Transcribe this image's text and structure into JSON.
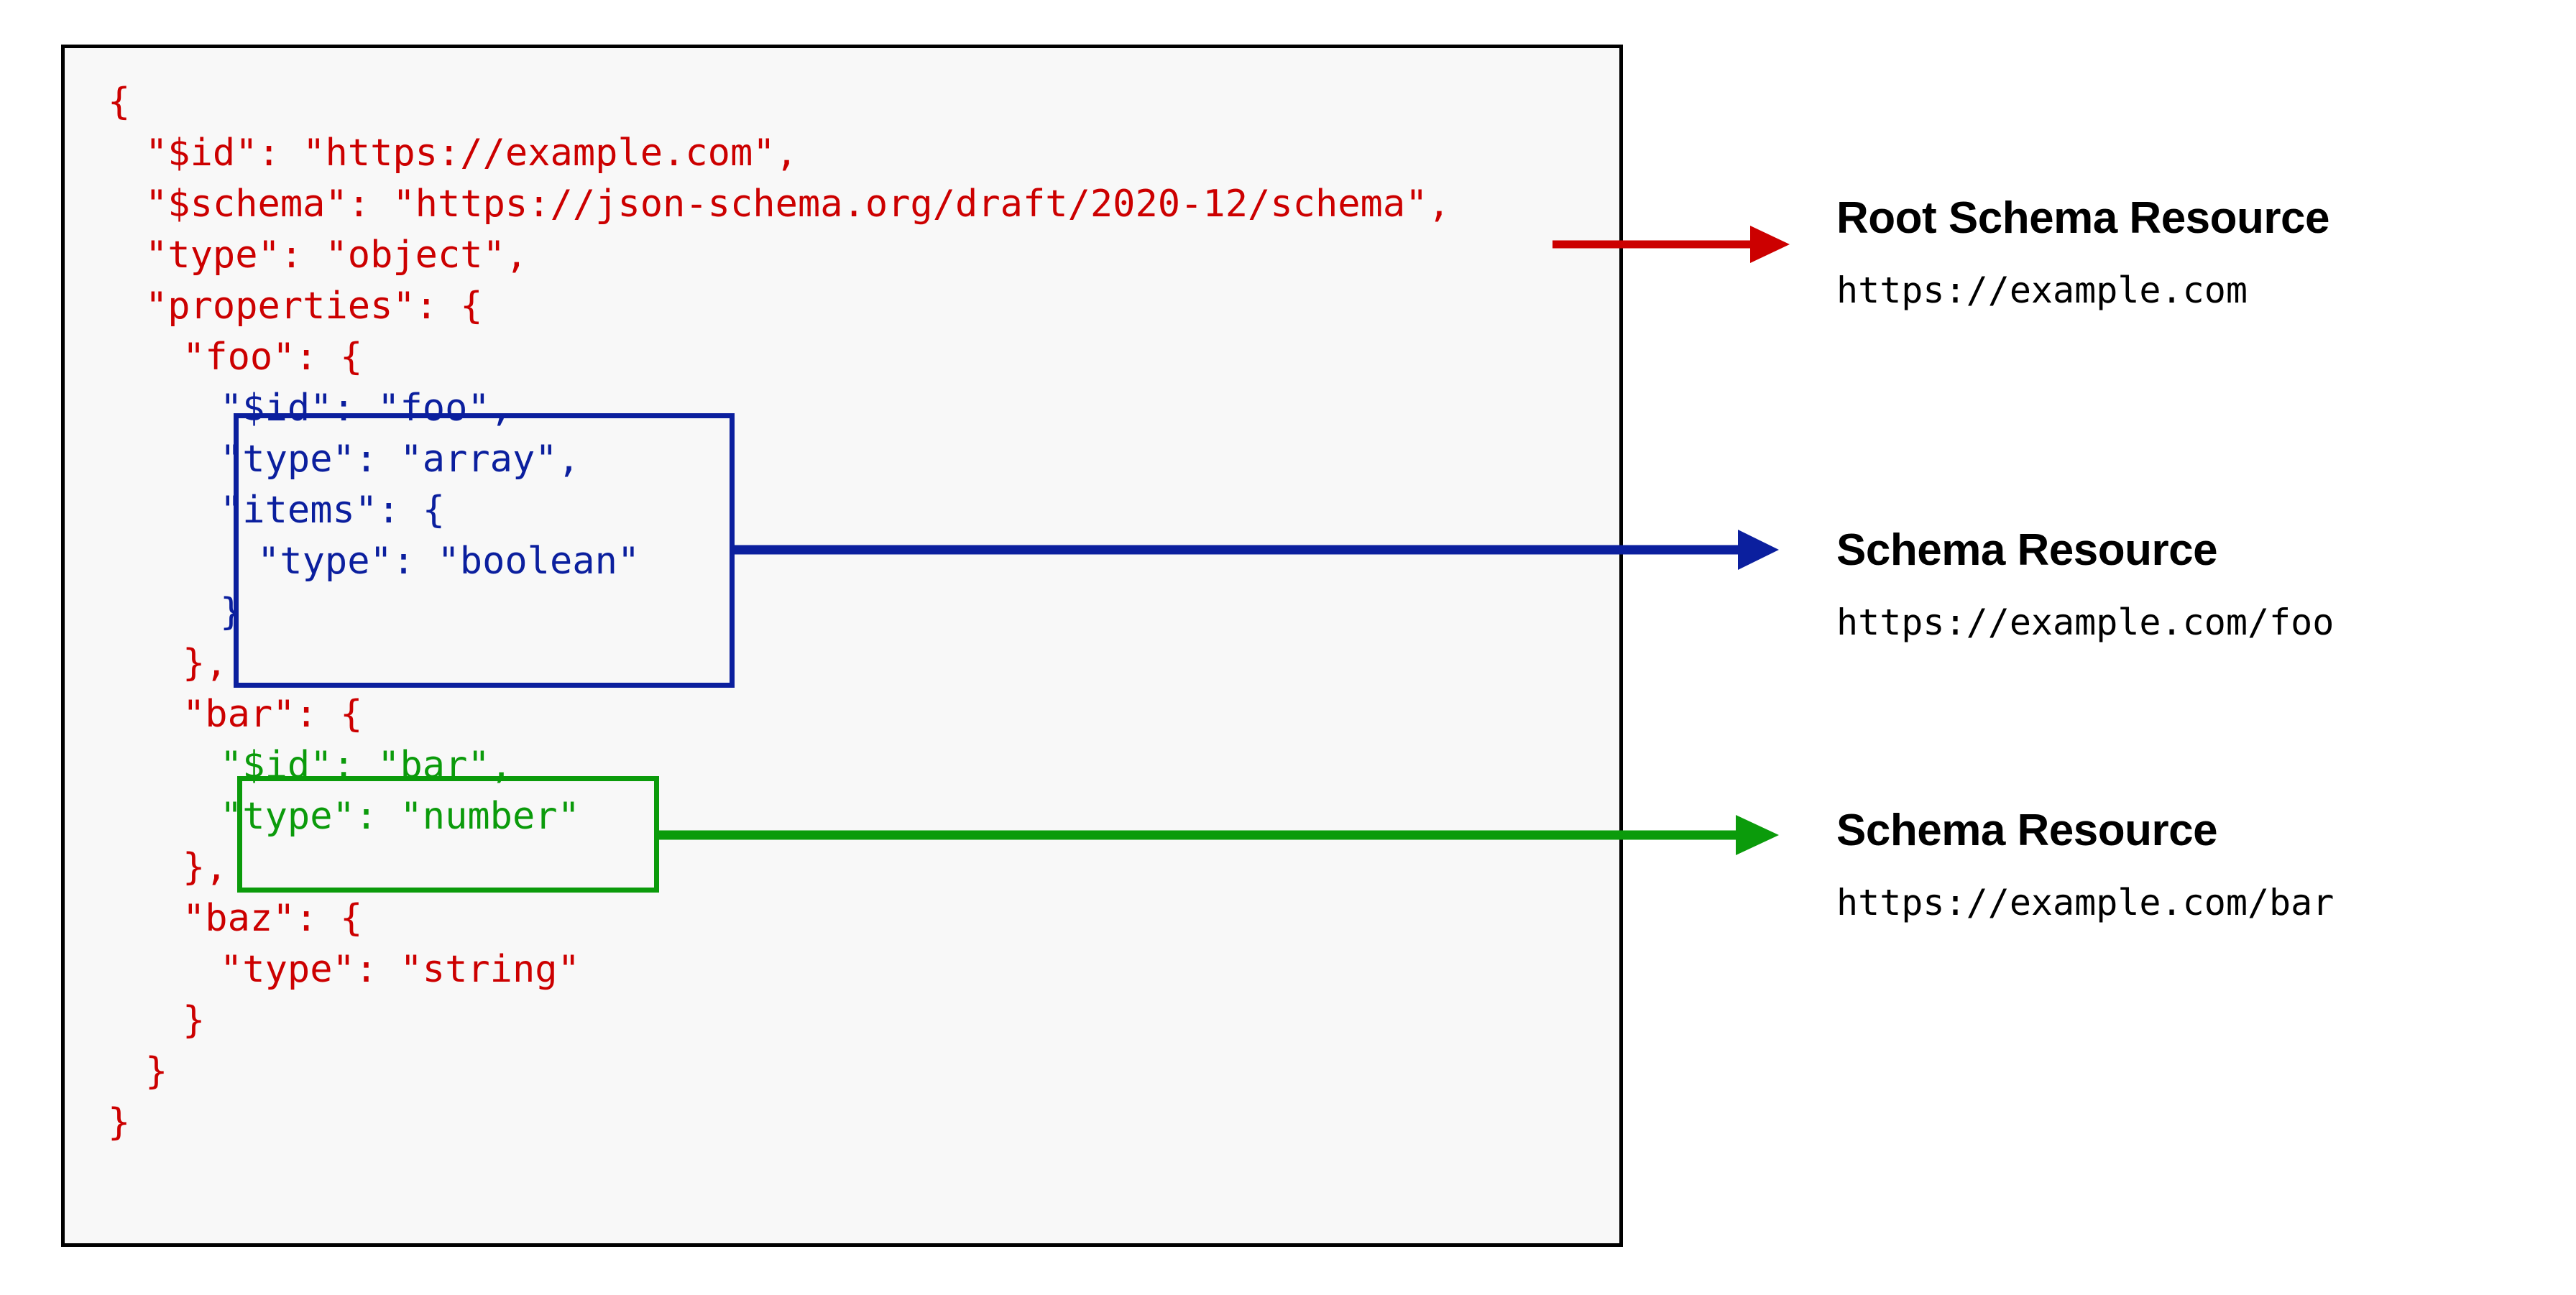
{
  "diagram": {
    "title_semantic": "json-schema-resource-identification-diagram",
    "colors": {
      "root_schema": "#cc0000",
      "foo_schema": "#0b1f9e",
      "bar_schema": "#0b9b0b",
      "panel_border": "#000000",
      "panel_background": "#f8f8f8",
      "text": "#000000"
    }
  },
  "code": {
    "language": "json",
    "lines": [
      {
        "indent": 0,
        "text": "{",
        "color": "red"
      },
      {
        "indent": 1,
        "text": "\"$id\": \"https://example.com\",",
        "color": "red"
      },
      {
        "indent": 1,
        "text": "\"$schema\": \"https://json-schema.org/draft/2020-12/schema\",",
        "color": "red"
      },
      {
        "indent": 1,
        "text": "\"type\": \"object\",",
        "color": "red"
      },
      {
        "indent": 1,
        "text": "\"properties\": {",
        "color": "red"
      },
      {
        "indent": 2,
        "text": "\"foo\": {",
        "color": "red"
      },
      {
        "indent": 3,
        "text": "\"$id\": \"foo\",",
        "color": "blue"
      },
      {
        "indent": 3,
        "text": "\"type\": \"array\",",
        "color": "blue"
      },
      {
        "indent": 3,
        "text": "\"items\": {",
        "color": "blue"
      },
      {
        "indent": 4,
        "text": "\"type\": \"boolean\"",
        "color": "blue"
      },
      {
        "indent": 3,
        "text": "}",
        "color": "blue"
      },
      {
        "indent": 2,
        "text": "},",
        "color": "red"
      },
      {
        "indent": 2,
        "text": "\"bar\": {",
        "color": "red"
      },
      {
        "indent": 3,
        "text": "\"$id\": \"bar\",",
        "color": "green"
      },
      {
        "indent": 3,
        "text": "\"type\": \"number\"",
        "color": "green"
      },
      {
        "indent": 2,
        "text": "},",
        "color": "red"
      },
      {
        "indent": 2,
        "text": "\"baz\": {",
        "color": "red"
      },
      {
        "indent": 3,
        "text": "\"type\": \"string\"",
        "color": "red"
      },
      {
        "indent": 2,
        "text": "}",
        "color": "red"
      },
      {
        "indent": 1,
        "text": "}",
        "color": "red"
      },
      {
        "indent": 0,
        "text": "}",
        "color": "red"
      }
    ]
  },
  "highlights": [
    {
      "name": "foo-subschema-box",
      "color": "#0b1f9e"
    },
    {
      "name": "bar-subschema-box",
      "color": "#0b9b0b"
    }
  ],
  "legend": [
    {
      "title": "Root Schema Resource",
      "url": "https://example.com",
      "color": "#cc0000"
    },
    {
      "title": "Schema Resource",
      "url": "https://example.com/foo",
      "color": "#0b1f9e"
    },
    {
      "title": "Schema Resource",
      "url": "https://example.com/bar",
      "color": "#0b9b0b"
    }
  ]
}
